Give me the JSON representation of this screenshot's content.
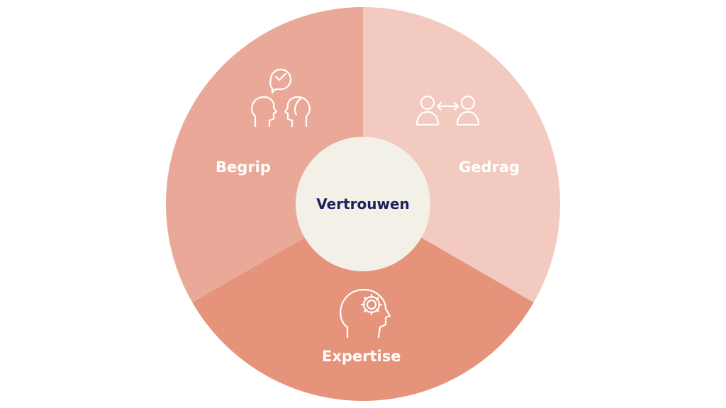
{
  "colors": {
    "begrip": "#eaa998",
    "gedrag": "#f3cabf",
    "expertise": "#e5947b",
    "center": "#f3f0e7",
    "label": "#ffffff",
    "center_text": "#1f2060"
  },
  "center": {
    "label": "Vertrouwen"
  },
  "segments": [
    {
      "label": "Begrip",
      "icon": "two-heads-speech-bubble-check-icon"
    },
    {
      "label": "Gedrag",
      "icon": "two-people-arrows-icon"
    },
    {
      "label": "Expertise",
      "icon": "head-gear-icon"
    }
  ]
}
